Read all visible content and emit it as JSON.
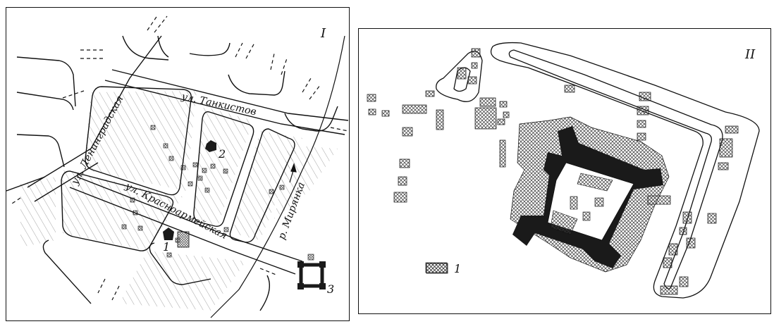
{
  "panel_1": {
    "numeral": "I",
    "streets": {
      "leningradskaya": "ул. Ленинградская",
      "tankistov": "ул. Танкистов",
      "krasnoarmeyskaya": "ул. Красноармейская",
      "river": "р. Мирянка"
    },
    "sites": {
      "one": "1",
      "two": "2",
      "three": "3"
    }
  },
  "panel_2": {
    "numeral": "II",
    "legend": {
      "number": "1"
    }
  },
  "colors": {
    "ink": "#111111",
    "paper": "#ffffff",
    "hatch": "#8a8a8a",
    "solid": "#1a1a1a"
  }
}
